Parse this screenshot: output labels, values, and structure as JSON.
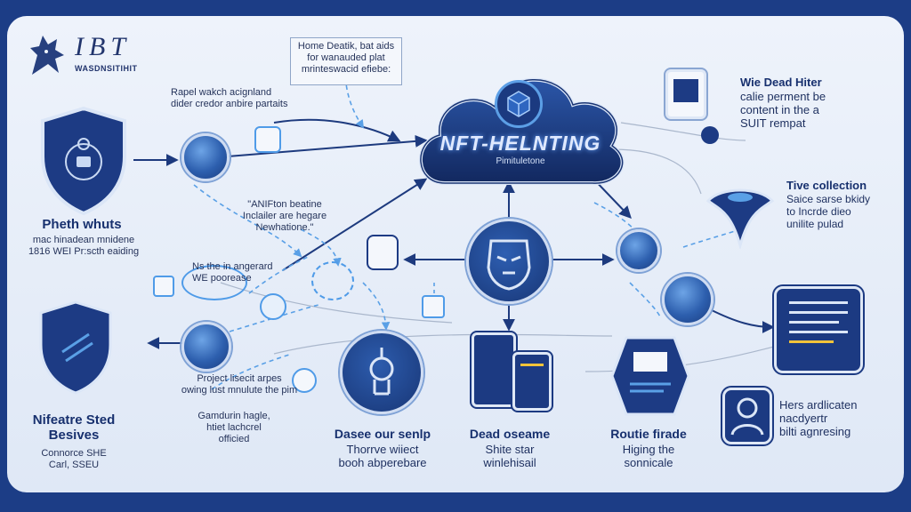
{
  "logo": {
    "title": "IBT",
    "subtitle": "WASDNSITIHIT"
  },
  "top_note": [
    "Home Deatik, bat aids",
    "for wanauded plat",
    "mrinteswacid efiebe:"
  ],
  "cloud": {
    "title": "NFT-HELNTING",
    "subtitle": "Pimituletone"
  },
  "left_top_note": [
    "Rapel wakch acignland",
    "dider credor anbire partaits"
  ],
  "shield_block": {
    "title": "Pheth whuts",
    "lines": [
      "mac hinadean mnidene",
      "1816 WEI Pr:scth eaiding"
    ]
  },
  "mid_note": [
    "\"ANIFton beatine",
    "Inclailer are hegare",
    "Newhatione.\""
  ],
  "small_note": [
    "Ns the in angerard",
    "WE poorease"
  ],
  "project_note": [
    "Project lisecit arpes",
    "owing lust mnulute the pim"
  ],
  "gamb_note": [
    "Gamdurin hagle,",
    "htiet lachcrel",
    "officied"
  ],
  "bottom_left": {
    "title": [
      "Nifeatre Sted",
      "Besives"
    ],
    "lines": [
      "Connorce SHE",
      "Carl, SSEU"
    ]
  },
  "bottom_c1": {
    "title": "Dasee our senlp",
    "lines": [
      "Thorrve wiiect",
      "booh abperebare"
    ]
  },
  "bottom_c2": {
    "title": "Dead oseame",
    "lines": [
      "Shite star",
      "winlehisail"
    ]
  },
  "bottom_c3": {
    "title": "Routie firade",
    "lines": [
      "Higing the",
      "sonnicale"
    ]
  },
  "right_top": {
    "title": "Wie Dead Hiter",
    "lines": [
      "calie perment be",
      "content in the a",
      "SUIT rempat"
    ]
  },
  "right_mid": {
    "title": "Tive collection",
    "lines": [
      "Saice sarse bkidy",
      "to Incrde dieo",
      "unilite pulad"
    ]
  },
  "right_bot": {
    "title": "Hers ardlicaten",
    "lines": [
      "nacdyertr",
      "bilti agnresing"
    ]
  },
  "colors": {
    "navy": "#1c3a82",
    "accent": "#4f9be8",
    "bg": "#e6edf8",
    "frame": "#1c3d86"
  }
}
